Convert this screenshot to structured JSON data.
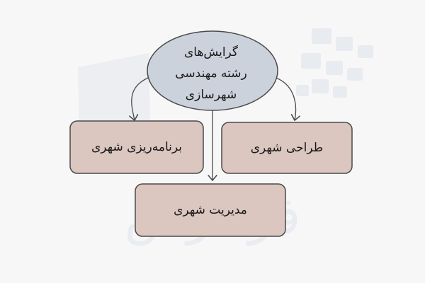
{
  "diagram": {
    "root": {
      "lines": [
        "گرایش‌های",
        "رشته مهندسی",
        "شهرسازی"
      ]
    },
    "children": [
      {
        "label": "برنامه‌ریزی شهری"
      },
      {
        "label": "طراحی شهری"
      },
      {
        "label": "مدیریت شهری"
      }
    ]
  },
  "watermark": {
    "logo_text": "فرادرس"
  },
  "colors": {
    "background": "#f7f7f8",
    "root_fill": "#ccd2db",
    "root_stroke": "#4a4a4a",
    "child_fill": "#dbc6c0",
    "child_stroke": "#4a4a4a",
    "arrow": "#4a4a4a",
    "watermark": "#e6e9ee"
  }
}
